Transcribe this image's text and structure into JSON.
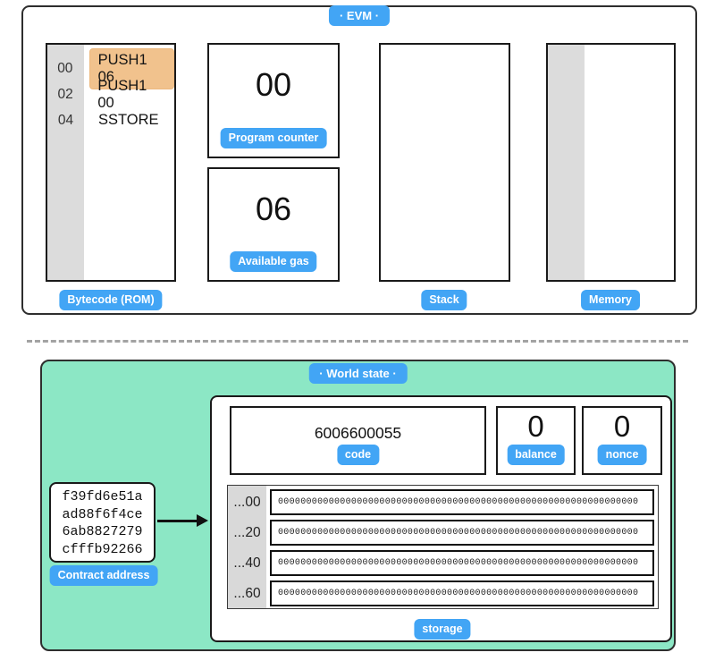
{
  "colors": {
    "accent_blue": "#42a5f5",
    "world_state_green": "#8ce7c5",
    "active_instruction_orange": "#f1c28d",
    "gutter_gray": "#dcdcdc"
  },
  "evm": {
    "title": "· EVM ·",
    "bytecode": {
      "label": "Bytecode (ROM)",
      "rows": [
        {
          "offset": "00",
          "instruction": "PUSH1 06"
        },
        {
          "offset": "02",
          "instruction": "PUSH1 00"
        },
        {
          "offset": "04",
          "instruction": "SSTORE"
        }
      ]
    },
    "program_counter": {
      "value": "00",
      "label": "Program counter"
    },
    "available_gas": {
      "value": "06",
      "label": "Available gas"
    },
    "stack": {
      "label": "Stack"
    },
    "memory": {
      "label": "Memory"
    }
  },
  "world_state": {
    "title": "· World state ·",
    "contract_address": {
      "label": "Contract address",
      "lines": [
        "f39fd6e51a",
        "ad88f6f4ce",
        "6ab8827279",
        "cfffb92266"
      ]
    },
    "account": {
      "code": {
        "value": "6006600055",
        "label": "code"
      },
      "balance": {
        "value": "0",
        "label": "balance"
      },
      "nonce": {
        "value": "0",
        "label": "nonce"
      },
      "storage": {
        "label": "storage",
        "rows": [
          {
            "offset": "...00",
            "value": "0000000000000000000000000000000000000000000000000000000000000000"
          },
          {
            "offset": "...20",
            "value": "0000000000000000000000000000000000000000000000000000000000000000"
          },
          {
            "offset": "...40",
            "value": "0000000000000000000000000000000000000000000000000000000000000000"
          },
          {
            "offset": "...60",
            "value": "0000000000000000000000000000000000000000000000000000000000000000"
          }
        ]
      }
    }
  }
}
